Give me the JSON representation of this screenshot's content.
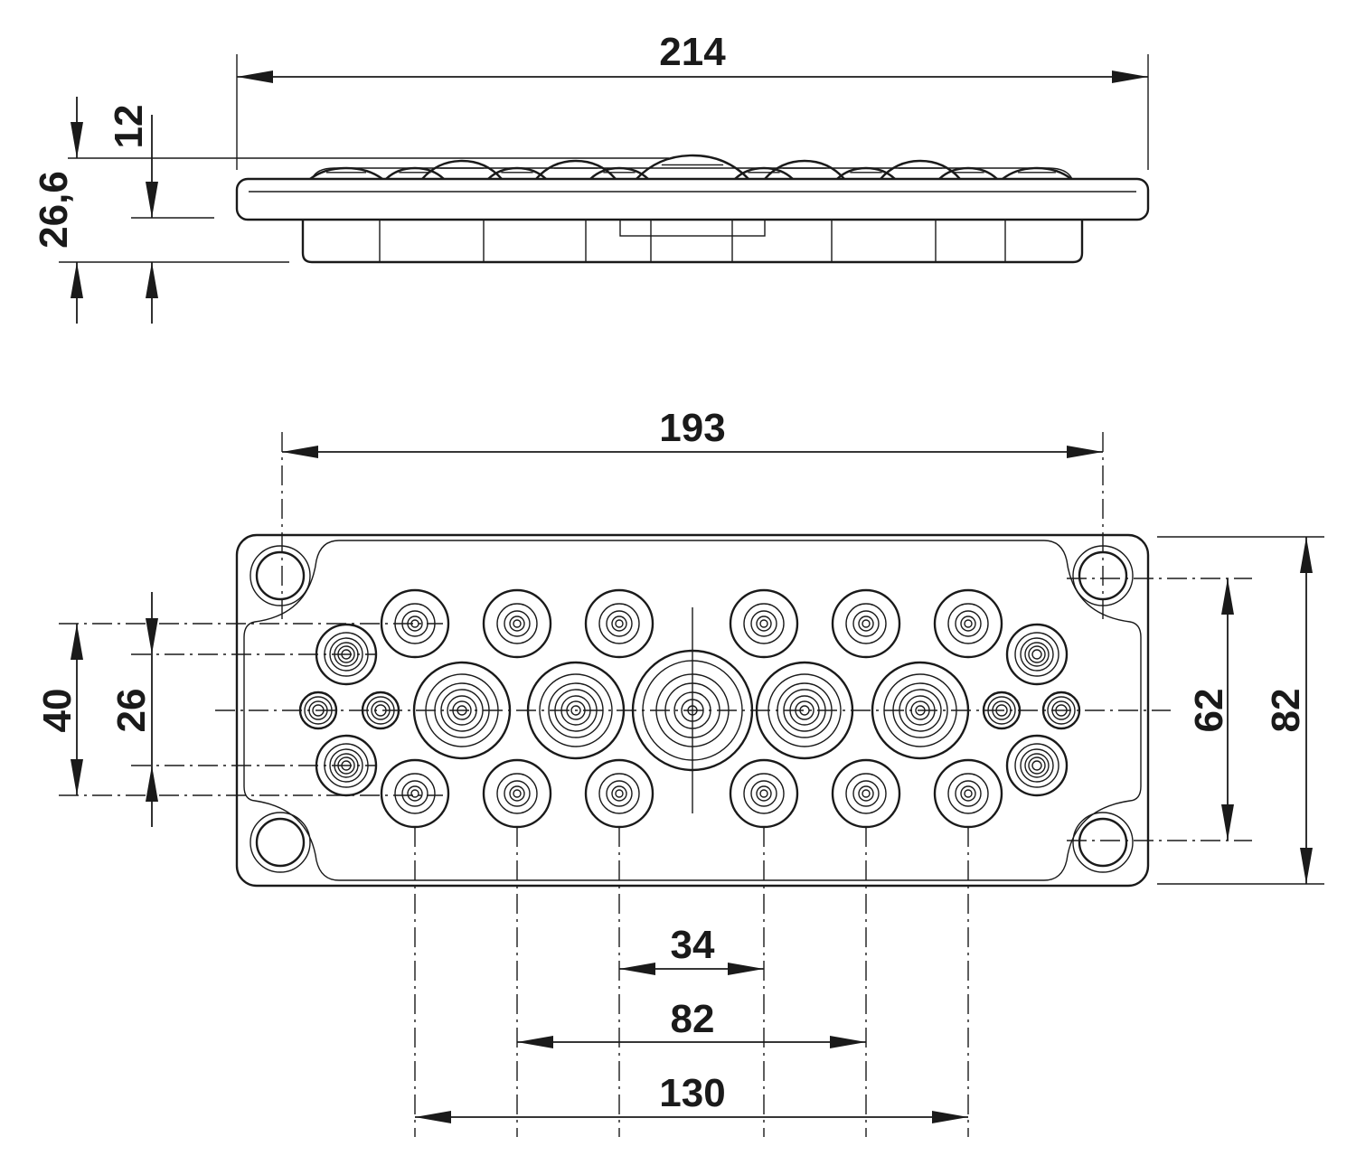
{
  "side_view": {
    "dim_width": "214",
    "dim_flange_height": "12",
    "dim_total_height": "26,6"
  },
  "front_view": {
    "dim_hole_spacing_x": "193",
    "dim_row_spacing_outer": "40",
    "dim_row_spacing_inner": "26",
    "dim_hole_spacing_y": "62",
    "dim_height": "82",
    "dim_inner_pitch": "34",
    "dim_mid_pitch": "82",
    "dim_outer_pitch": "130"
  },
  "colors": {
    "line": "#1a1a1a",
    "background": "#ffffff"
  }
}
